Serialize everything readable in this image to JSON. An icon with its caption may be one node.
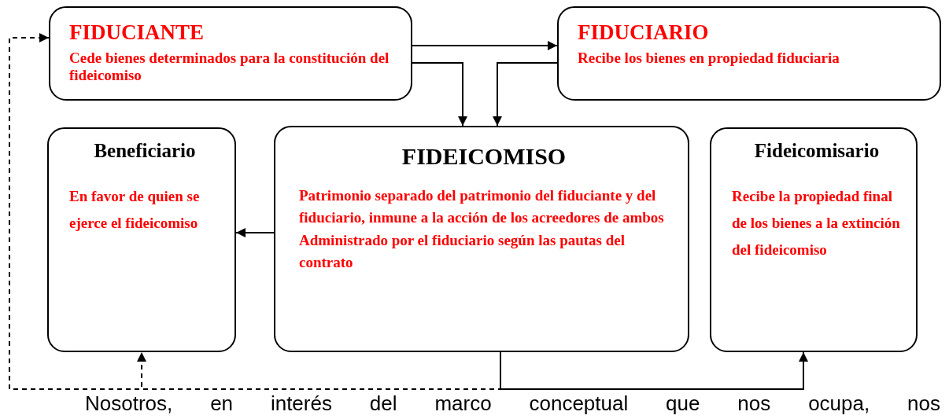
{
  "diagram": {
    "nodes": [
      {
        "text": [
          "FIDUCIANTE",
          "Cede bienes determinados para la constitución del fideicomiso"
        ]
      },
      {
        "text": [
          "FIDUCIARIO",
          "Recibe los bienes en propiedad fiduciaria"
        ]
      },
      {
        "text": [
          "Beneficiario",
          "En favor de quien se ejerce el fideicomiso"
        ]
      },
      {
        "text": [
          "FIDEICOMISO",
          "Patrimonio separado del patrimonio del fiduciante y del fiduciario, inmune a la acción de los acreedores de ambos",
          "Administrado por el fiduciario según las pautas del contrato"
        ]
      },
      {
        "text": [
          "Fideicomisario",
          "Recibe la propiedad final de los bienes a la extinción del fideicomiso"
        ]
      }
    ],
    "edges": [
      {
        "from": 0,
        "to": 1,
        "arrow": "to"
      },
      {
        "from": 0,
        "to": 3,
        "arrow": "to"
      },
      {
        "from": 1,
        "to": 3,
        "arrow": "to"
      },
      {
        "from": 3,
        "to": 2,
        "arrow": "to"
      },
      {
        "from": 3,
        "to": 4,
        "arrow": "to"
      },
      {
        "from": 3,
        "to": 2,
        "arrow": "to",
        "style": "dashed"
      },
      {
        "from": 3,
        "to": 0,
        "arrow": "to",
        "style": "dashed"
      }
    ],
    "labels": [
      "Nosotros, en interés del marco conceptual que nos ocupa, nos"
    ]
  }
}
